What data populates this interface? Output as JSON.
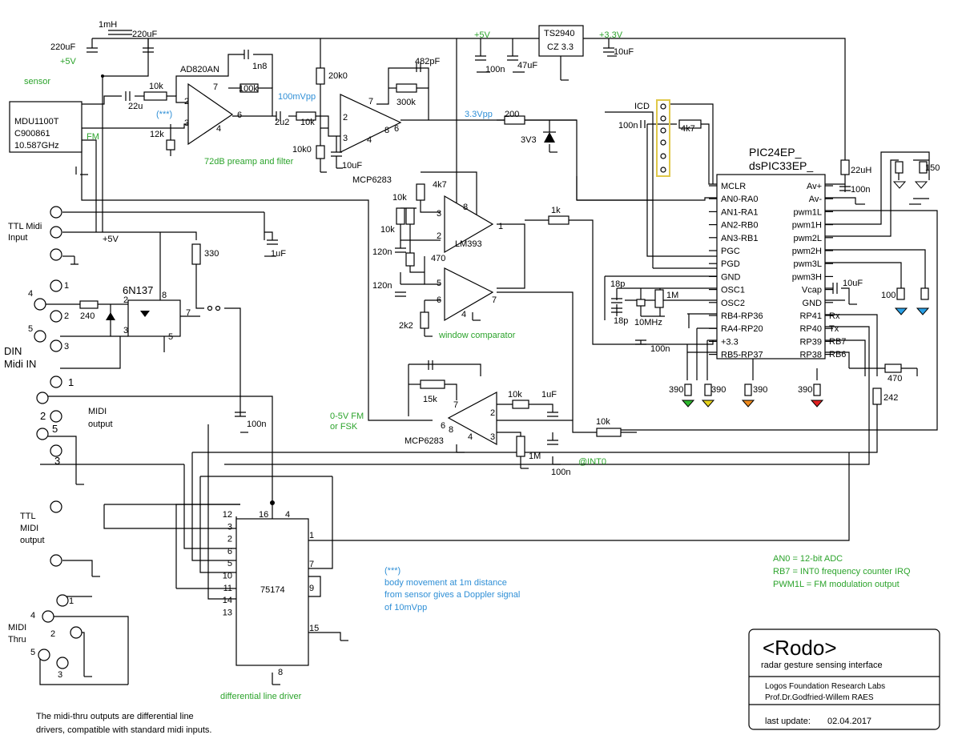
{
  "notes": {
    "sensor": "sensor",
    "fm": "FM",
    "preamp": "72dB preamp and filter",
    "window_comparator": "window comparator",
    "fsk": [
      "0-5V FM",
      "or FSK"
    ],
    "int0": "@INT0",
    "diff_driver": "differential line driver",
    "asterisk": "(***)",
    "asterisk_note_marker": "(***)",
    "body_movement": [
      "body movement at 1m distance",
      "from sensor gives a Doppler signal",
      "of 10mVpp"
    ],
    "midi_thru_note": [
      "The midi-thru outputs are differential line",
      "drivers, compatible with standard midi inputs."
    ],
    "legend": [
      "AN0 = 12-bit ADC",
      "RB7 = INT0 frequency counter IRQ",
      "PWM1L = FM modulation output"
    ]
  },
  "signal_labels": {
    "v100mvpp": "100mVpp",
    "v33vpp": "3.3Vpp",
    "plus5v_top": "+5V",
    "plus33v_top": "+3.3V",
    "plus5v_left": "+5V",
    "plus5v_mid": "+5V",
    "icd": "ICD"
  },
  "chips": {
    "sensor": [
      "MDU1100T",
      "C900861",
      "10.587GHz"
    ],
    "ad820": "AD820AN",
    "mcp6283_a": "MCP6283",
    "mcp6283_b": "MCP6283",
    "lm393": "LM393",
    "opto": "6N137",
    "regulator": [
      "TS2940",
      "CZ 3.3"
    ],
    "driver": "75174",
    "pic_name": [
      "PIC24EP_",
      "dsPIC33EP_"
    ],
    "pic_left_pins": [
      "MCLR",
      "AN0-RA0",
      "AN1-RA1",
      "AN2-RB0",
      "AN3-RB1",
      "PGC",
      "PGD",
      "GND",
      "OSC1",
      "OSC2",
      "RB4-RP36",
      "RA4-RP20",
      "+3.3",
      "RB5-RP37"
    ],
    "pic_right_pins": [
      "Av+",
      "Av-",
      "pwm1L",
      "pwm1H",
      "pwm2L",
      "pwm2H",
      "pwm3L",
      "pwm3H",
      "Vcap",
      "GND",
      "RP41",
      "RP40",
      "RP39",
      "RP38"
    ],
    "pic_right_ext": [
      "Rx",
      "Tx",
      "RB7",
      "RB6"
    ],
    "driver_left_pins": [
      "12",
      "3",
      "2",
      "6",
      "5",
      "10",
      "11",
      "14",
      "13"
    ],
    "driver_top_pins": [
      "16",
      "4"
    ],
    "driver_right_pins": [
      "1",
      "7",
      "9",
      "15"
    ],
    "driver_bottom_pin": "8"
  },
  "connectors": {
    "ttl_midi_input": [
      "TTL Midi",
      "Input"
    ],
    "din_midi_in": [
      "DIN",
      "Midi IN"
    ],
    "midi_output": [
      "MIDI",
      "output"
    ],
    "ttl_midi_output": [
      "TTL",
      "MIDI",
      "output"
    ],
    "midi_thru": [
      "MIDI",
      "Thru"
    ],
    "din_pins_in": [
      "4",
      "1",
      "5",
      "2",
      "3"
    ],
    "din_pins_out": [
      "1",
      "2",
      "5",
      "3"
    ],
    "din_pins_thru": [
      "4",
      "1",
      "2",
      "5",
      "3"
    ]
  },
  "components": {
    "c220_left": "220uF",
    "l1mh": "1mH",
    "c220_right": "220uF",
    "r10k_pre": "10k",
    "c22u": "22u",
    "r12k": "12k",
    "c1n8": "1n8",
    "r100k": "100k",
    "c2u2": "2u2",
    "r10k_b": "10k",
    "r20k0": "20k0",
    "r10k0": "10k0",
    "c10uf_a": "10uF",
    "c482p": "482pF",
    "r300k": "300k",
    "c100n_top": "100n",
    "c47uf": "47uF",
    "c10uf_33": "10uF",
    "r200": "200",
    "z3v3": "3V3",
    "r4k7_a": "4k7",
    "r10k_c": "10k",
    "r10k_d": "10k",
    "c120n_a": "120n",
    "r470": "470",
    "c120n_b": "120n",
    "r2k2": "2k2",
    "r1k": "1k",
    "c100n_icd": "100n",
    "r4k7_b": "4k7",
    "l22uh": "22uH",
    "c100n_av": "100n",
    "r150": "150",
    "r100": "100",
    "c10uf_vcap": "10uF",
    "c18p_a": "18p",
    "c18p_b": "18p",
    "x10mhz": "10MHz",
    "r1m_osc": "1M",
    "c100n_gnd": "100n",
    "r390_a": "390",
    "r390_b": "390",
    "r390_c": "390",
    "r390_d": "390",
    "r470_b": "470",
    "r242": "242",
    "r330": "330",
    "c1uf_a": "1uF",
    "r240": "240",
    "r15k": "15k",
    "r10k_e": "10k",
    "c1uf_b": "1uF",
    "r1m_b": "1M",
    "c100n_b": "100n",
    "r10k_f": "10k",
    "c100n_c": "100n"
  },
  "pin_numbers": {
    "ad820": [
      "7",
      "2",
      "3",
      "4",
      "6"
    ],
    "mcp_a": [
      "7",
      "2",
      "3",
      "8",
      "4",
      "6"
    ],
    "lm393": [
      "8",
      "3",
      "2",
      "1",
      "5",
      "6",
      "4",
      "7"
    ],
    "opto": [
      "2",
      "3",
      "8",
      "7",
      "5"
    ],
    "mcp_b": [
      "7",
      "6",
      "8",
      "2",
      "3",
      "4"
    ]
  },
  "title_block": {
    "title": "<Rodo>",
    "subtitle": "radar gesture sensing interface",
    "org": "Logos Foundation Research Labs",
    "author": "Prof.Dr.Godfried-Willem RAES",
    "last_update_label": "last update:",
    "last_update_date": "02.04.2017"
  },
  "colors": {
    "note_green": "#2ba32b",
    "signal_blue": "#2f8fd6",
    "led_green": "#2db82d",
    "led_yellow": "#e6d21a",
    "led_orange": "#f08a1c",
    "led_red": "#e02020",
    "led_blue": "#2aa0e6"
  }
}
